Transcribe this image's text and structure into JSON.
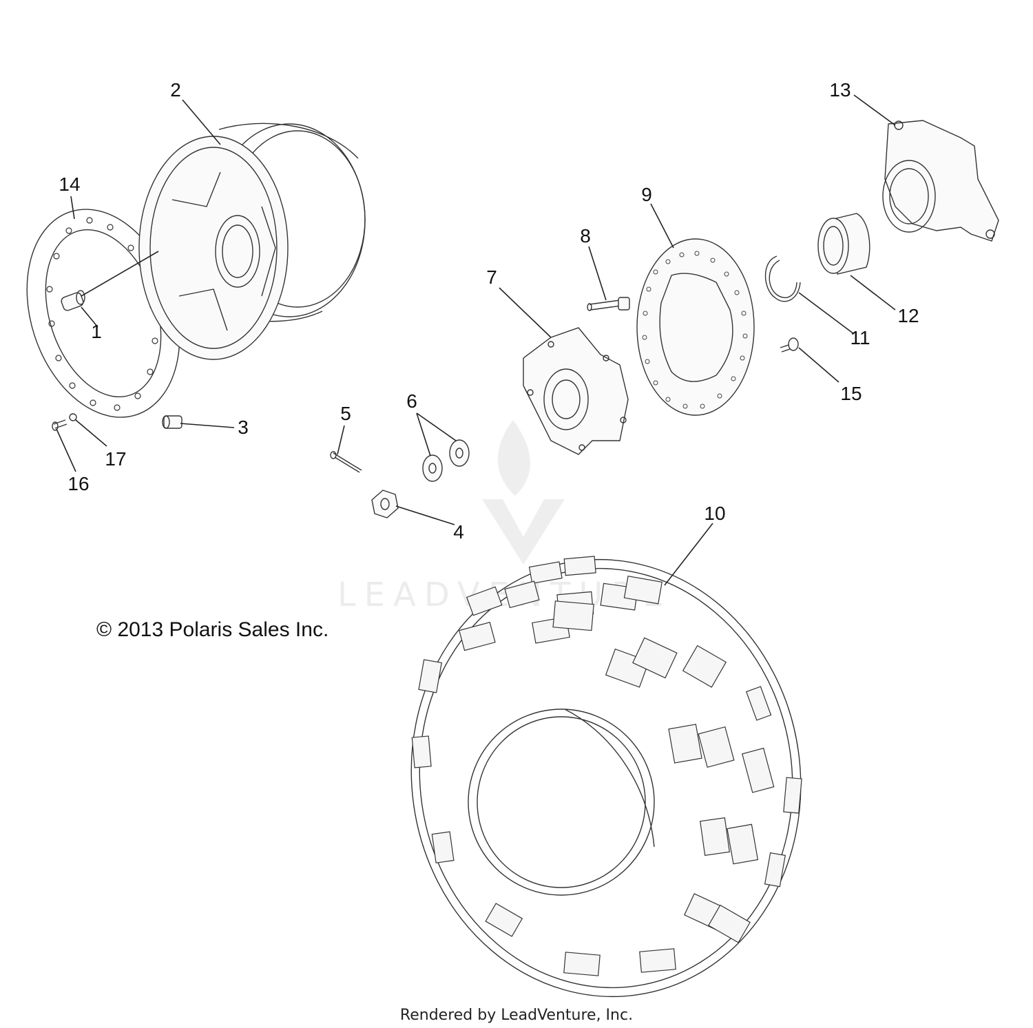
{
  "copyright": "© 2013 Polaris Sales Inc.",
  "footer": "Rendered by LeadVenture, Inc.",
  "watermark": "LEADVENTURE",
  "callouts": [
    "1",
    "2",
    "3",
    "4",
    "5",
    "6",
    "7",
    "8",
    "9",
    "10",
    "11",
    "12",
    "13",
    "14",
    "15",
    "16",
    "17"
  ]
}
